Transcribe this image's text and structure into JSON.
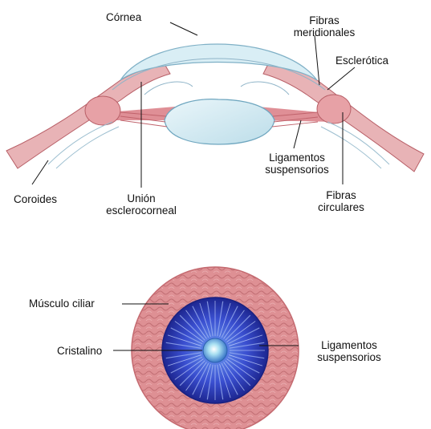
{
  "labels": {
    "cornea": "Córnea",
    "fibras_meridionales": [
      "Fibras",
      "meridionales"
    ],
    "esclerotica": "Esclerótica",
    "ligamentos_top": [
      "Ligamentos",
      "suspensorios"
    ],
    "fibras_circulares": [
      "Fibras",
      "circulares"
    ],
    "coroides": "Coroides",
    "union": [
      "Unión",
      "esclerocorneal"
    ],
    "musculo_ciliar": "Músculo ciliar",
    "cristalino": "Cristalino",
    "ligamentos_bottom": [
      "Ligamentos",
      "suspensorios"
    ]
  },
  "colors": {
    "muscle": "#c86a72",
    "muscle_light": "#e6a9ad",
    "cornea": "#d7ebf2",
    "lens": "#cfe6ef",
    "ring": "#d8868a",
    "iris_dark": "#1e2a9c",
    "iris_mid": "#3b57d6",
    "pupil": "#8fd0ea"
  }
}
